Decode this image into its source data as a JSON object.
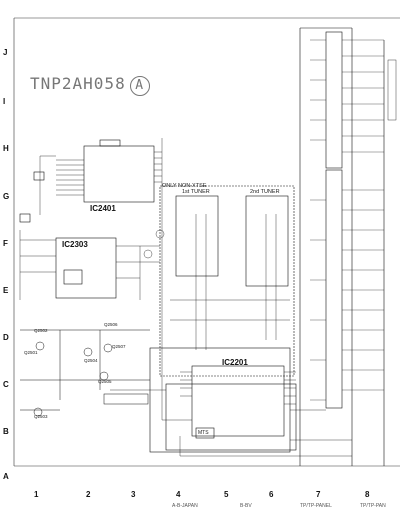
{
  "diagram": {
    "model_code": "TNP2AH058",
    "model_code_suffix": "A",
    "row_labels": [
      "J",
      "I",
      "H",
      "G",
      "F",
      "E",
      "D",
      "C",
      "B",
      "A"
    ],
    "column_labels": [
      "1",
      "2",
      "3",
      "4",
      "5",
      "6",
      "7",
      "8"
    ],
    "chips": {
      "ic2401": "IC2401",
      "ic2303": "IC2303",
      "ic2201": "IC2201",
      "tuner1": "1st TUNER",
      "tuner2": "2nd TUNER",
      "only_note": "ONLY NON-XTSE",
      "mts": "MTS"
    },
    "transistors": [
      "Q2502",
      "Q2501",
      "Q2504",
      "Q2505",
      "Q2506",
      "Q2507",
      "Q2503"
    ],
    "footer_notes": [
      "A-B-JAPAN",
      "B-BV",
      "TP/TP-PANEL",
      "TP/TP-PAN"
    ]
  }
}
